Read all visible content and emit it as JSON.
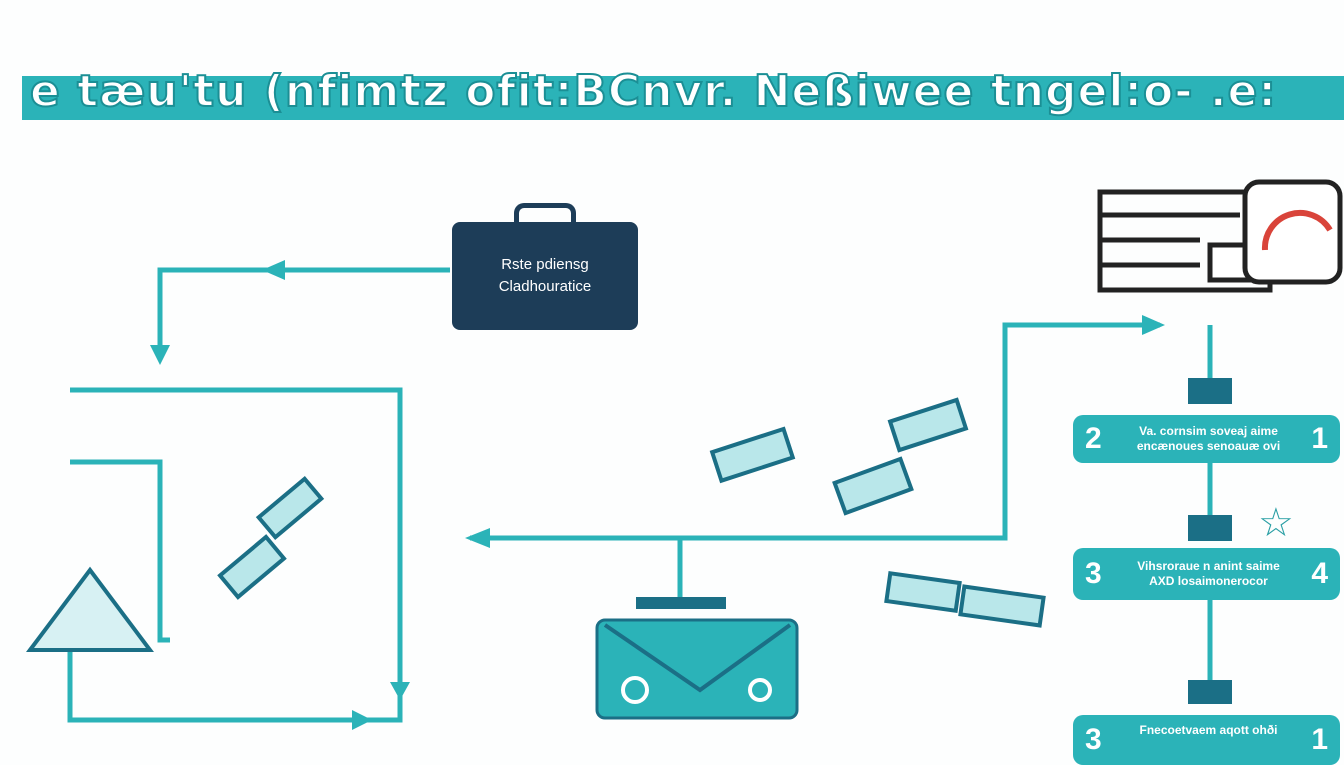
{
  "title": "e tæu'tu (nfimtz ofit:BCnvr. Neßiwee tngel:o- .e:",
  "center_box": {
    "line1": "Rste pdiensg",
    "line2": "Cladhouratice"
  },
  "steps": [
    {
      "left_number": "2",
      "line1": "Va. cornsim soveaj aime",
      "line2": "encænoues senoauæ ovi",
      "right_number": "1"
    },
    {
      "left_number": "3",
      "line1": "Vihsroraue n anint saime",
      "line2": "AXD losaimonerocor",
      "right_number": "4"
    },
    {
      "left_number": "3",
      "line1": "Fnecoetvaem aqott ohði",
      "line2": "",
      "right_number": "1"
    }
  ],
  "colors": {
    "teal": "#2bb3b8",
    "navy": "#1d3d58",
    "dark_teal": "#1b6f86"
  }
}
